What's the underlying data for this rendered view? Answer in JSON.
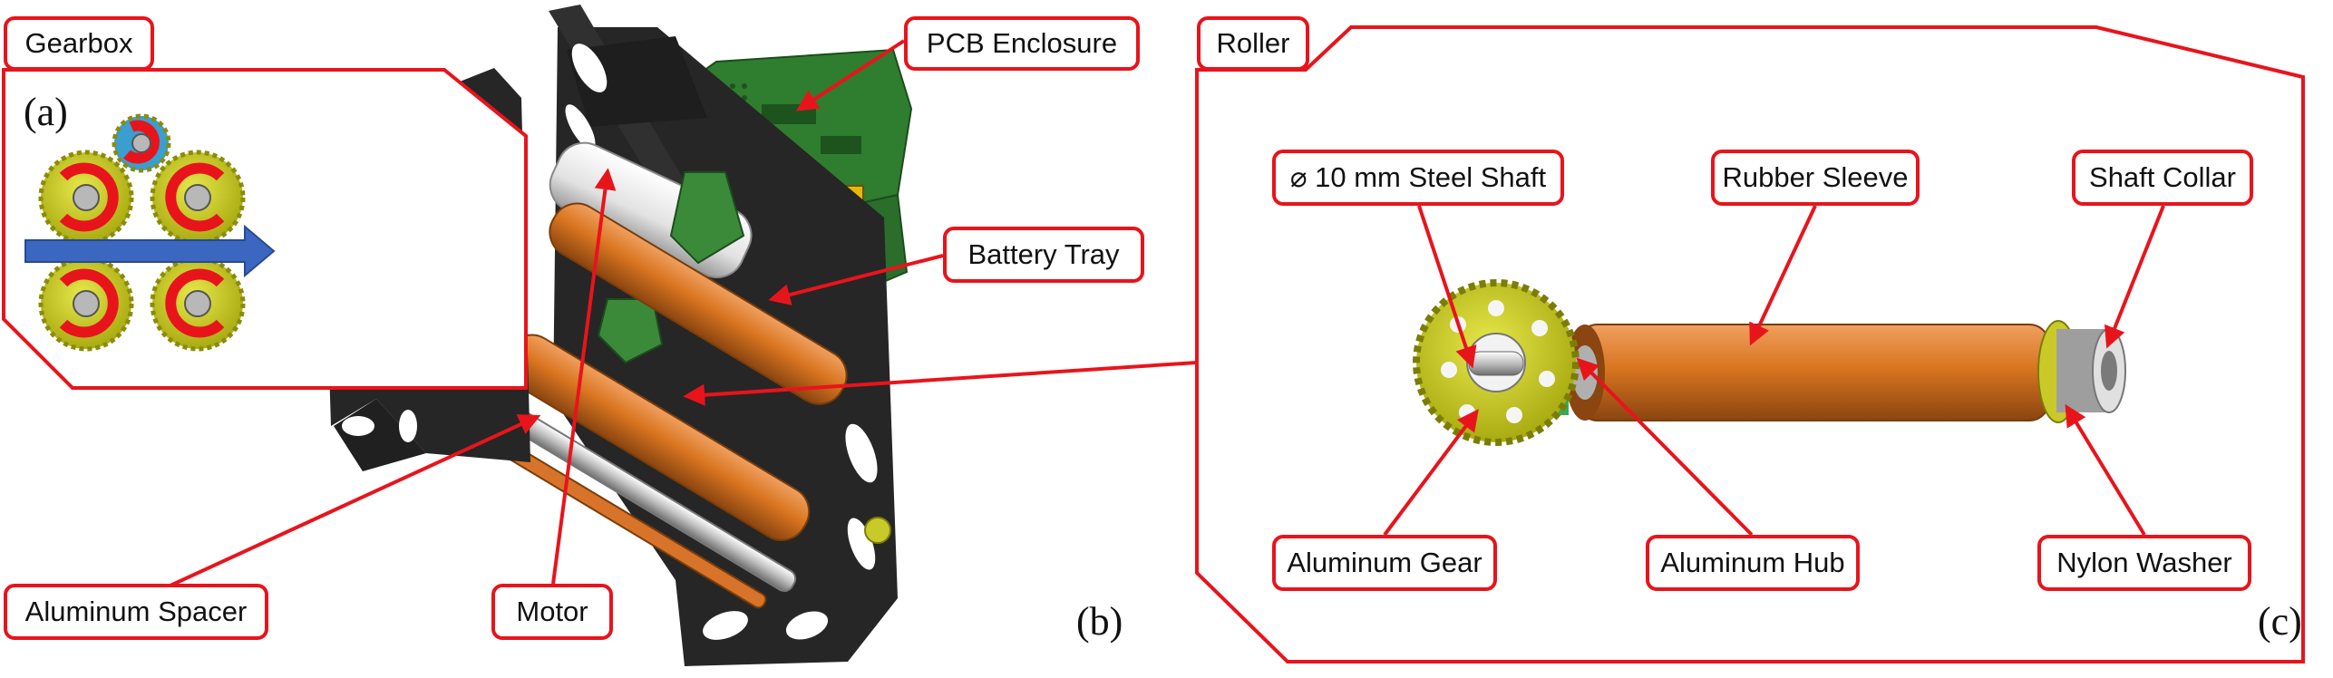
{
  "panels": {
    "a": "(a)",
    "b": "(b)",
    "c": "(c)"
  },
  "labels": {
    "gearbox": "Gearbox",
    "pcb_enclosure": "PCB Enclosure",
    "roller": "Roller",
    "battery_tray": "Battery Tray",
    "aluminum_spacer": "Aluminum Spacer",
    "motor": "Motor",
    "steel_shaft": "⌀ 10 mm Steel Shaft",
    "rubber_sleeve": "Rubber Sleeve",
    "shaft_collar": "Shaft Collar",
    "aluminum_gear": "Aluminum Gear",
    "aluminum_hub": "Aluminum Hub",
    "nylon_washer": "Nylon Washer"
  },
  "colors": {
    "callout": "#e8141c",
    "frame": "#262626",
    "rubber": "#d9731f",
    "gear": "#c9c92a",
    "gear_small": "#3a9ed0",
    "pcb": "#2f7d2f",
    "flow_arrow": "#3b67c0"
  }
}
